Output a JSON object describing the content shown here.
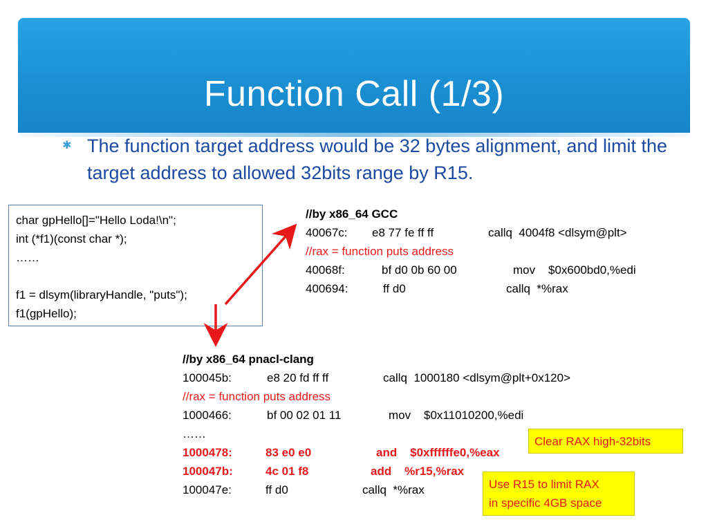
{
  "slide": {
    "title": "Function Call (1/3)",
    "bullet": "The function target address would be 32 bytes alignment, and limit the target address to allowed 32bits range by R15."
  },
  "source_code": {
    "lines": [
      "char gpHello[]=\"Hello Loda!\\n\";",
      "int (*f1)(const char *);",
      "……",
      "",
      "f1 = dlsym(libraryHandle, \"puts\");",
      "f1(gpHello);"
    ]
  },
  "gcc_block": {
    "header": "//by x86_64 GCC",
    "line1": {
      "addr": "40067c:",
      "bytes": "e8 77 fe ff ff",
      "instr": "callq  4004f8 <dlsym@plt>"
    },
    "comment": "//rax = function puts address",
    "line2": {
      "addr": "40068f:",
      "bytes": "bf d0 0b 60 00",
      "instr": "mov    $0x600bd0,%edi"
    },
    "line3": {
      "addr": "400694:",
      "bytes": "ff d0",
      "instr": "callq  *%rax"
    }
  },
  "pnacl_block": {
    "header": "//by x86_64 pnacl-clang",
    "line1": {
      "addr": "100045b:",
      "bytes": "e8 20 fd ff ff",
      "instr": "callq  1000180 <dlsym@plt+0x120>"
    },
    "comment": "//rax = function puts address",
    "line2": {
      "addr": "1000466:",
      "bytes": "bf 00 02 01 11",
      "instr": "mov    $0x11010200,%edi"
    },
    "ellipsis": "……",
    "line3": {
      "addr": "1000478:",
      "bytes": "83 e0 e0",
      "instr": "and    $0xffffffe0,%eax"
    },
    "line4": {
      "addr": "100047b:",
      "bytes": "4c 01 f8",
      "instr": "add    %r15,%rax"
    },
    "line5": {
      "addr": "100047e:",
      "bytes": "ff d0",
      "instr": "callq  *%rax"
    }
  },
  "notes": {
    "clear_rax": "Clear RAX high-32bits",
    "use_r15_line1": "Use R15 to limit RAX",
    "use_r15_line2": "in specific 4GB space"
  },
  "colors": {
    "header_blue": "#1c8fd3",
    "bullet_text": "#1b4aa0",
    "highlight_red": "#e8191a",
    "note_yellow": "#ffff00",
    "code_box_border": "#5b7fb2"
  },
  "icons": {
    "bullet": "asterisk-bullet-icon",
    "arrow_up": "red-diagonal-arrow-icon",
    "arrow_down": "red-down-arrow-icon"
  }
}
